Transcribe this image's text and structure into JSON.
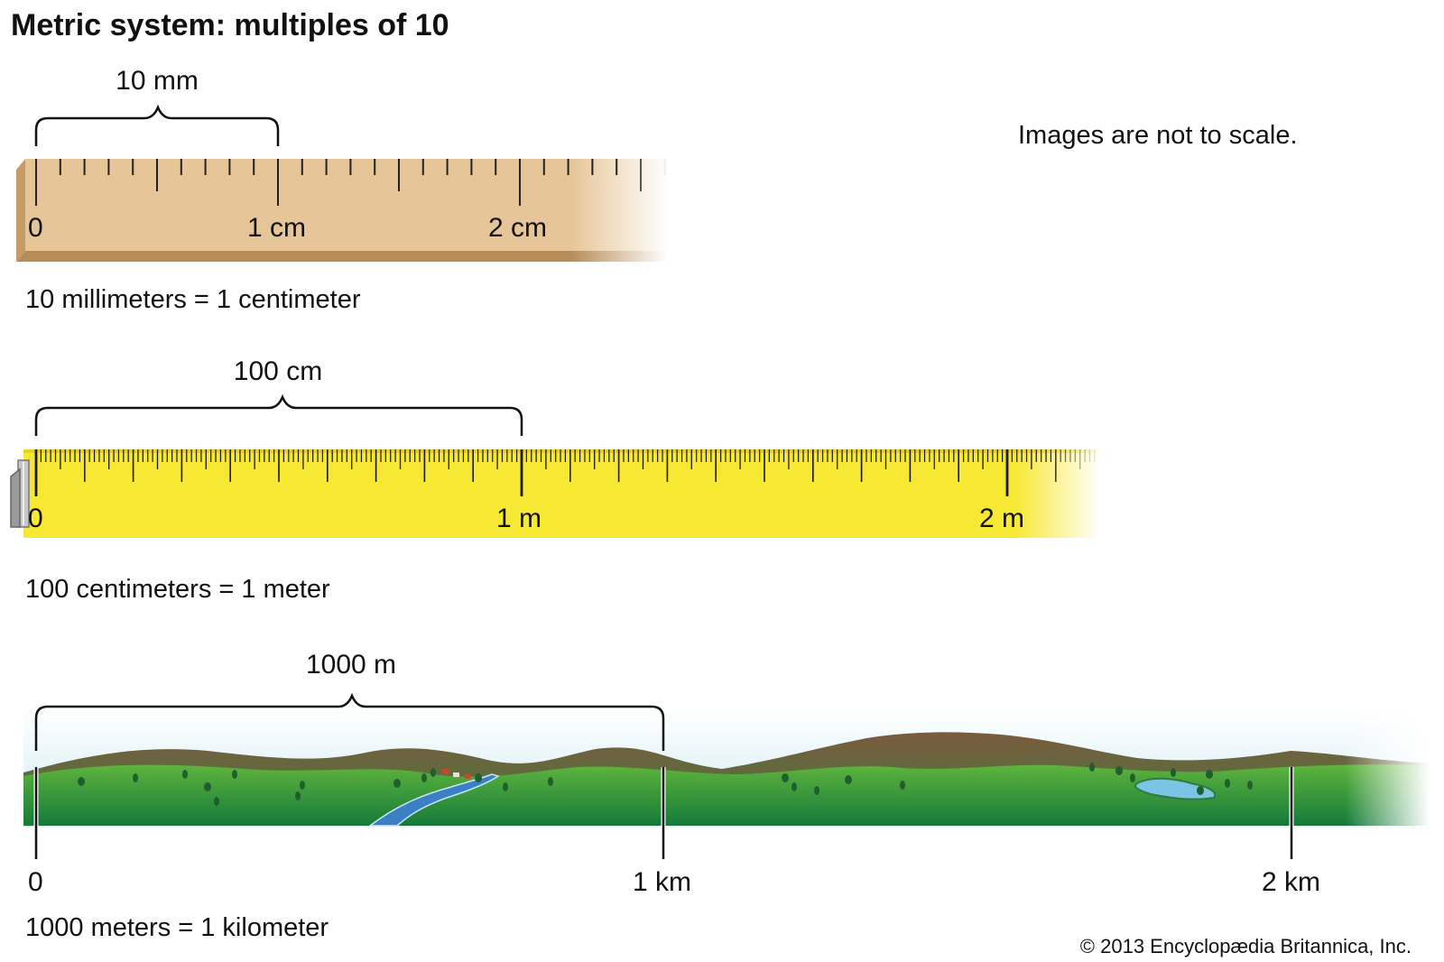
{
  "title": "Metric system: multiples of 10",
  "note": "Images are not to scale.",
  "credit": "© 2013 Encyclopædia Britannica, Inc.",
  "colors": {
    "wood": "#e6c699",
    "tape": "#f7e833",
    "grass": "#3f9a35",
    "sky": "#d6eef5",
    "hills": "#7a5a3e"
  },
  "rows": [
    {
      "name": "millimeter-ruler",
      "brace_label": "10 mm",
      "labels": [
        "0",
        "1 cm",
        "2 cm"
      ],
      "equation": "10 millimeters = 1 centimeter"
    },
    {
      "name": "tape-measure",
      "brace_label": "100 cm",
      "labels": [
        "0",
        "1 m",
        "2 m"
      ],
      "equation": "100 centimeters = 1 meter"
    },
    {
      "name": "landscape-kilometers",
      "brace_label": "1000 m",
      "labels": [
        "0",
        "1 km",
        "2 km"
      ],
      "equation": "1000 meters = 1 kilometer"
    }
  ]
}
